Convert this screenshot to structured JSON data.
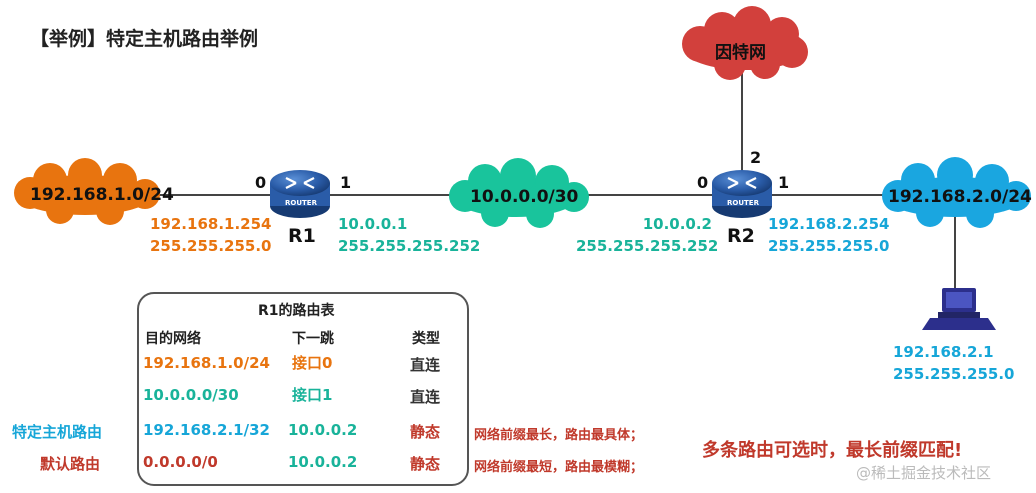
{
  "title": "【举例】特定主机路由举例",
  "colors": {
    "orange": "#e8740f",
    "teal": "#19b39a",
    "cyan": "#16a6d8",
    "crimson": "#c0392b",
    "internet": "#d2403c",
    "net10": "#19c49c",
    "net192_2": "#1aa6e0"
  },
  "clouds": {
    "internet": "因特网",
    "net_left": "192.168.1.0/24",
    "net_mid": "10.0.0.0/30",
    "net_right": "192.168.2.0/24"
  },
  "routers": {
    "r1": {
      "name": "R1",
      "badge": "ROUTER",
      "port_left": "0",
      "port_right": "1"
    },
    "r2": {
      "name": "R2",
      "badge": "ROUTER",
      "port_left": "0",
      "port_right": "1",
      "port_up": "2"
    }
  },
  "addresses": {
    "r1_if0": {
      "ip": "192.168.1.254",
      "mask": "255.255.255.0"
    },
    "r1_if1": {
      "ip": "10.0.0.1",
      "mask": "255.255.255.252"
    },
    "r2_if0": {
      "ip": "10.0.0.2",
      "mask": "255.255.255.252"
    },
    "r2_if1": {
      "ip": "192.168.2.254",
      "mask": "255.255.255.0"
    },
    "host": {
      "ip": "192.168.2.1",
      "mask": "255.255.255.0"
    }
  },
  "routing_table": {
    "title": "R1的路由表",
    "headers": {
      "dest": "目的网络",
      "next_hop": "下一跳",
      "type": "类型"
    },
    "rows": [
      {
        "dest": "192.168.1.0/24",
        "next_hop": "接口0",
        "type": "直连"
      },
      {
        "dest": "10.0.0.0/30",
        "next_hop": "接口1",
        "type": "直连"
      },
      {
        "dest": "192.168.2.1/32",
        "next_hop": "10.0.0.2",
        "type": "静态"
      },
      {
        "dest": "0.0.0.0/0",
        "next_hop": "10.0.0.2",
        "type": "静态"
      }
    ],
    "side_labels": {
      "host_route": "特定主机路由",
      "default_route": "默认路由"
    }
  },
  "notes": {
    "longest": "网络前缀最长，路由最具体；",
    "shortest": "网络前缀最短，路由最模糊；",
    "rule": "多条路由可选时，最长前缀匹配!"
  },
  "watermark": "@稀土掘金技术社区"
}
